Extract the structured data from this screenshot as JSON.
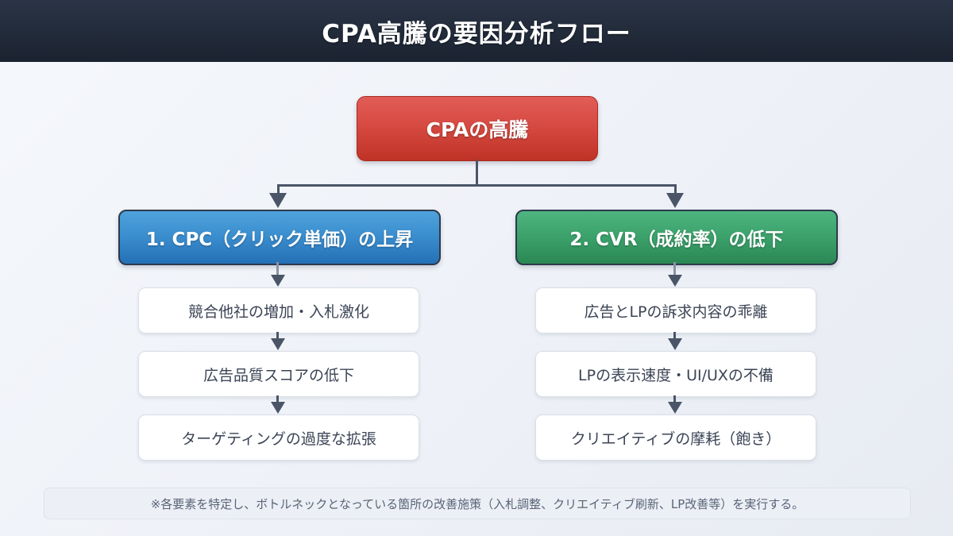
{
  "header": {
    "title": "CPA高騰の要因分析フロー",
    "background_color": "#1d2430"
  },
  "diagram": {
    "root": {
      "label": "CPAの高騰",
      "color": "#c0392b"
    },
    "branches": [
      {
        "label": "1. CPC（クリック単価）の上昇",
        "color": "#2f80c4",
        "children": [
          "競合他社の増加・入札激化",
          "広告品質スコアの低下",
          "ターゲティングの過度な拡張"
        ]
      },
      {
        "label": "2. CVR（成約率）の低下",
        "color": "#2e8b57",
        "children": [
          "広告とLPの訴求内容の乖離",
          "LPの表示速度・UI/UXの不備",
          "クリエイティブの摩耗（飽き）"
        ]
      }
    ]
  },
  "footer": {
    "note": "※各要素を特定し、ボトルネックとなっている箇所の改善施策（入札調整、クリエイティブ刷新、LP改善等）を実行する。"
  }
}
